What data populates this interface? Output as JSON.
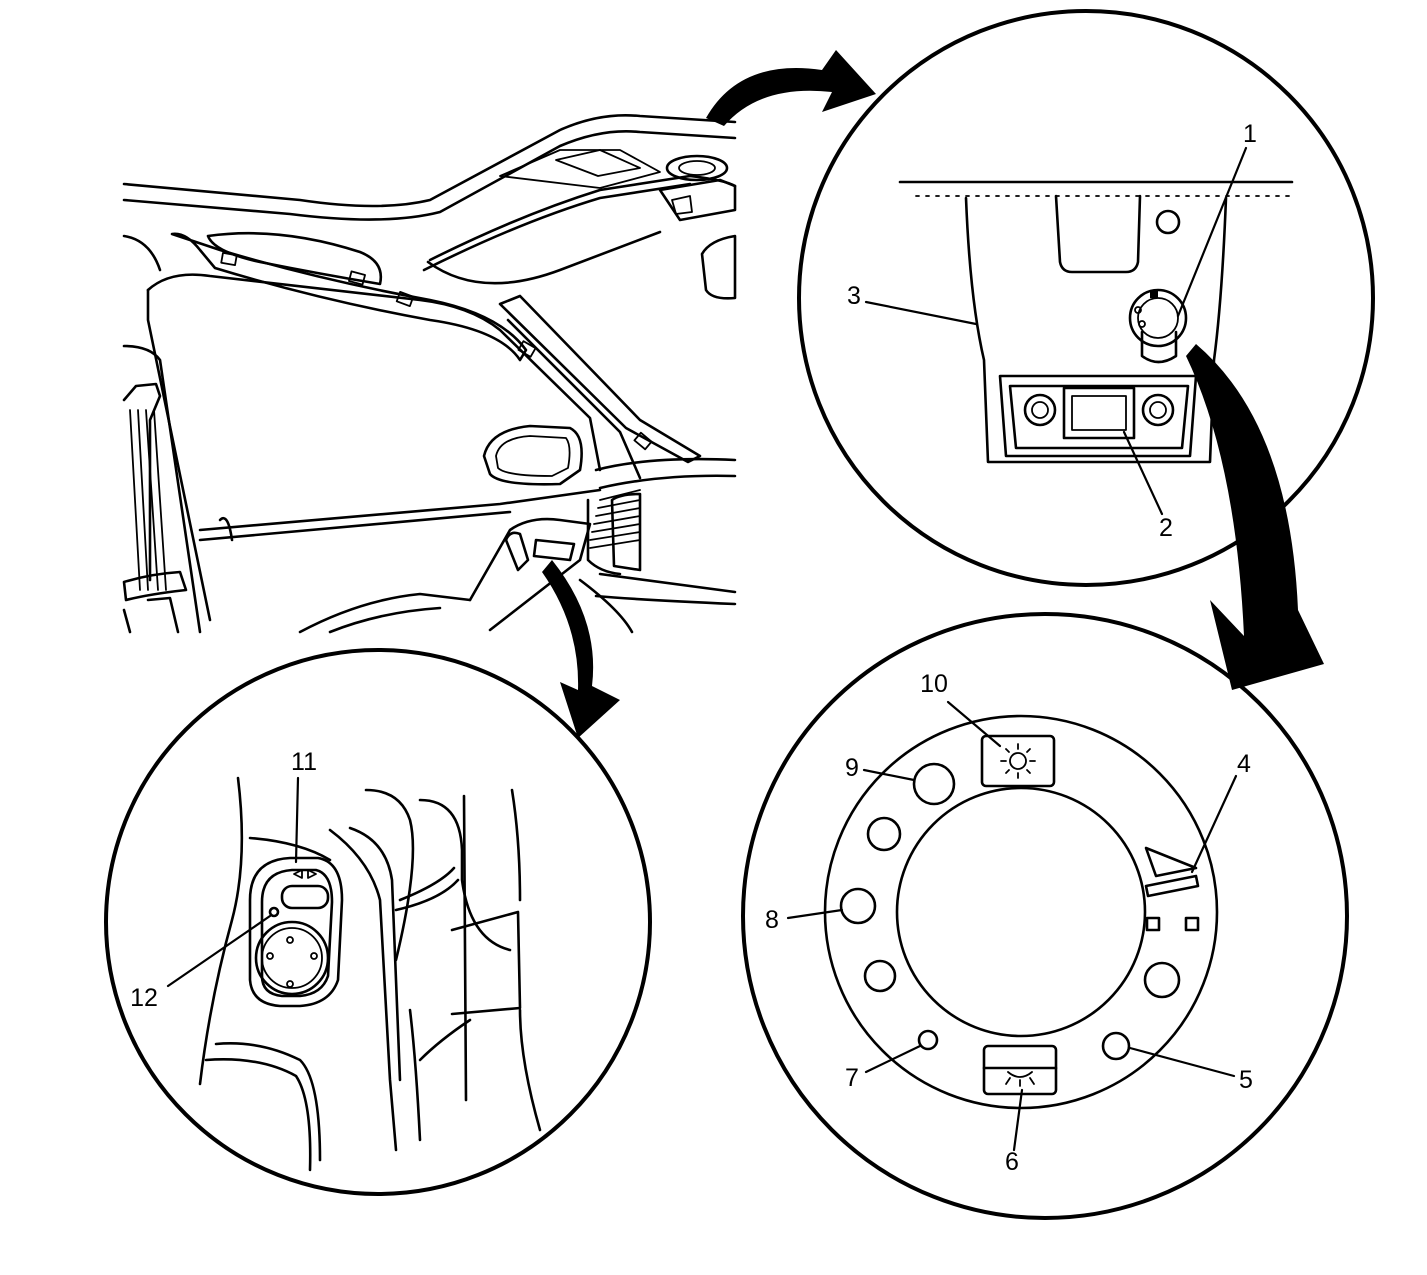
{
  "callouts": {
    "c1": "1",
    "c2": "2",
    "c3": "3",
    "c4": "4",
    "c5": "5",
    "c6": "6",
    "c7": "7",
    "c8": "8",
    "c9": "9",
    "c10": "10",
    "c11": "11",
    "c12": "12"
  },
  "icons": {
    "sun_symbol": "sun-icon",
    "dim_light_symbol": "courtesy-lamp-icon",
    "hazard_symbol": "warning-triangle-icon",
    "mirror_select_symbol": "left-right-arrows-icon"
  }
}
